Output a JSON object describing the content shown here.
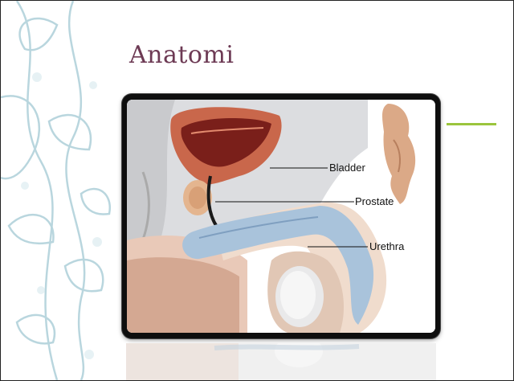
{
  "slide": {
    "title": "Anatomi",
    "labels": {
      "bladder": "Bladder",
      "prostate": "Prostate",
      "urethra": "Urethra"
    }
  },
  "colors": {
    "title": "#6d3a54",
    "accent": "#9bc53d",
    "pattern": "#b9d6de",
    "frame": "#0e0e0e"
  }
}
